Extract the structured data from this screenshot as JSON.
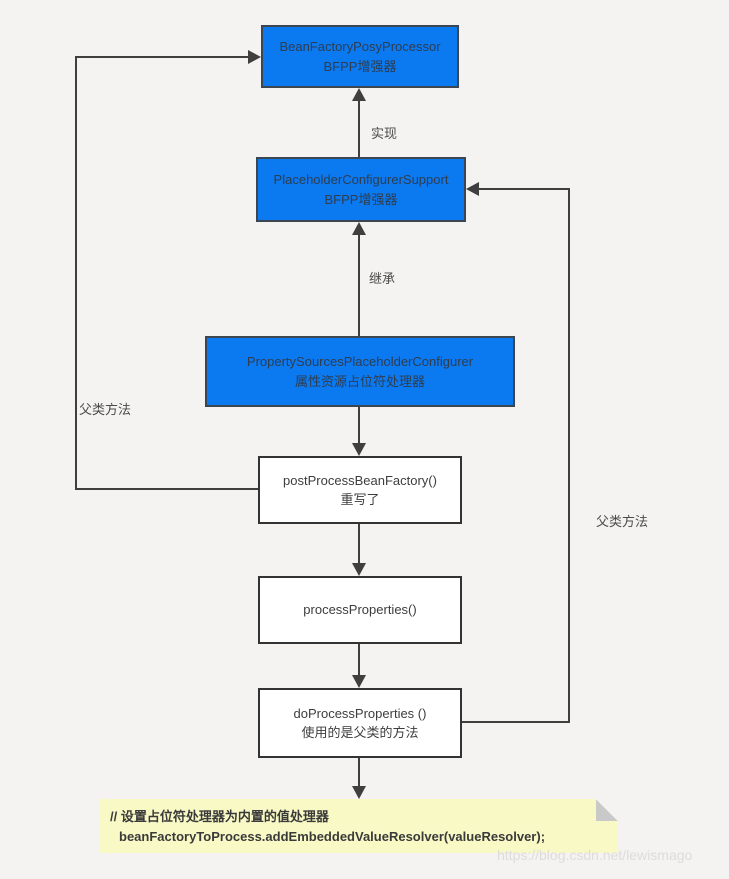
{
  "colors": {
    "background": "#f5f3f1",
    "node_fill_blue": "#0b79f0",
    "node_border_dark": "#3c4650",
    "white_node_border": "#333333",
    "connector_line": "#3f3f3f",
    "note_fill": "#f9f9c6",
    "note_fold": "#c9c9c9",
    "watermark_color": "#dedcda"
  },
  "nodes": {
    "bean_factory_post_processor": {
      "line1": "BeanFactoryPosyProcessor",
      "line2": "BFPP增强器"
    },
    "placeholder_configurer_support": {
      "line1": "PlaceholderConfigurerSupport",
      "line2": "BFPP增强器"
    },
    "property_sources_placeholder_configurer": {
      "line1": "PropertySourcesPlaceholderConfigurer",
      "line2": "属性资源占位符处理器"
    },
    "post_process_bean_factory": {
      "line1": "postProcessBeanFactory()",
      "line2": "重写了"
    },
    "process_properties": {
      "line1": "processProperties()"
    },
    "do_process_properties": {
      "line1": "doProcessProperties ()",
      "line2": "使用的是父类的方法"
    }
  },
  "edge_labels": {
    "implements": "实现",
    "extends": "继承",
    "parent_method_left": "父类方法",
    "parent_method_right": "父类方法"
  },
  "note": {
    "line1": "// 设置占位符处理器为内置的值处理器",
    "line2": "beanFactoryToProcess.addEmbeddedValueResolver(valueResolver);"
  },
  "watermark": "https://blog.csdn.net/lewismago"
}
